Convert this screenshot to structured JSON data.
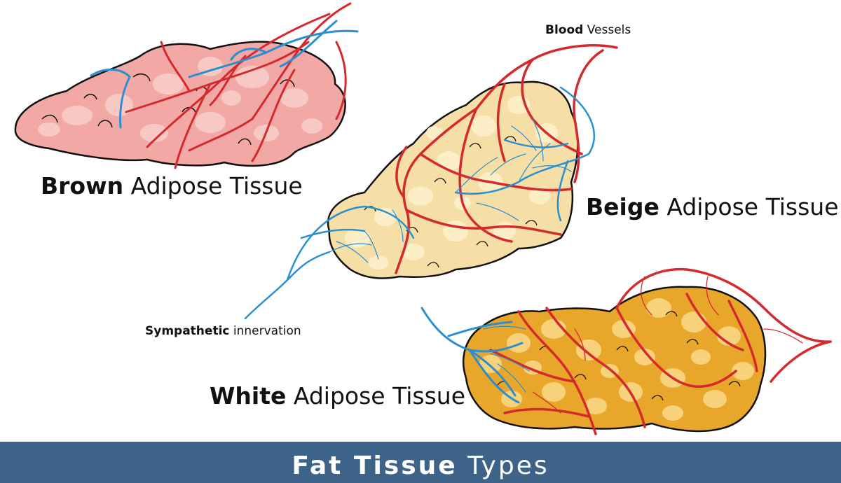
{
  "labels": {
    "brown": {
      "bold": "Brown",
      "rest": " Adipose Tissue"
    },
    "beige": {
      "bold": "Beige",
      "rest": " Adipose Tissue"
    },
    "white": {
      "bold": "White",
      "rest": " Adipose Tissue"
    },
    "blood_vessels": {
      "bold": "Blood",
      "rest": " Vessels"
    },
    "sympathetic": {
      "bold": "Sympathetic",
      "rest": " innervation"
    }
  },
  "footer": {
    "bold": "Fat Tissue",
    "rest": " Types"
  },
  "colors": {
    "brown_tissue": "#f2a9a6",
    "brown_tissue_light": "#f8c9c4",
    "beige_tissue": "#f6dfa6",
    "beige_tissue_light": "#fcefc8",
    "white_tissue": "#e8a72a",
    "white_tissue_light": "#f8d27a",
    "blood_vessel": "#d42a2e",
    "nerve": "#2a8fd0",
    "footer_bg": "#3d6389"
  }
}
